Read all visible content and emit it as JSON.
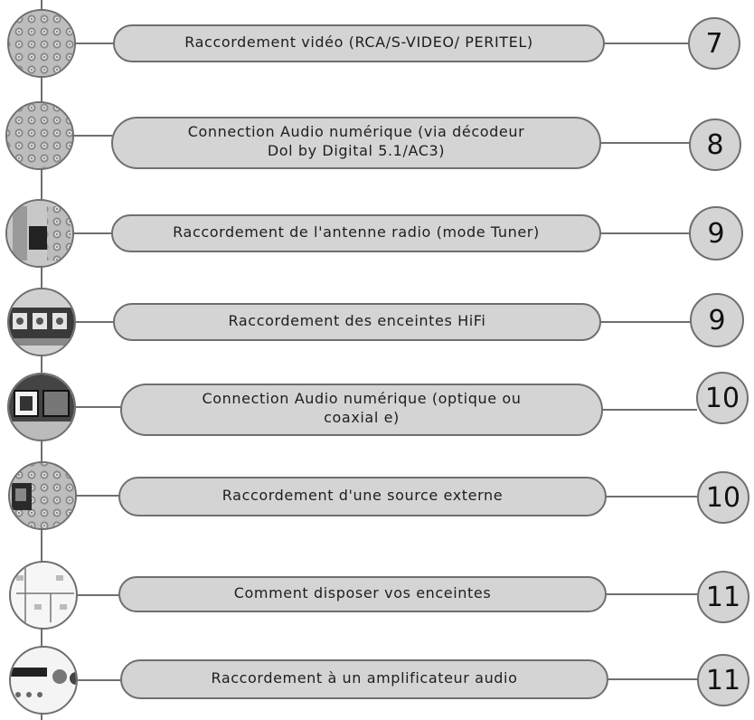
{
  "colors": {
    "pill_fill": "#d4d4d4",
    "stroke": "#6f6f6f",
    "text": "#1e1e1e"
  },
  "entries": [
    {
      "title": "Raccordement vidéo (RCA/S-VIDEO/ PERITEL)",
      "page": "7",
      "thumbnail": "connector-grid-icon"
    },
    {
      "title": "Connection Audio numérique (via décodeur\nDol by Digital 5.1/AC3)",
      "page": "8",
      "thumbnail": "connector-grid-icon"
    },
    {
      "title": "Raccordement de l'antenne radio (mode Tuner)",
      "page": "9",
      "thumbnail": "antenna-jack-icon"
    },
    {
      "title": "Raccordement des enceintes HiFi",
      "page": "9",
      "thumbnail": "speaker-terminals-icon"
    },
    {
      "title": "Connection Audio numérique (optique ou\ncoaxial e)",
      "page": "10",
      "thumbnail": "optical-coaxial-icon"
    },
    {
      "title": "Raccordement d'une source externe",
      "page": "10",
      "thumbnail": "external-source-icon"
    },
    {
      "title": "Comment disposer vos enceintes",
      "page": "11",
      "thumbnail": "speaker-layout-diagram-icon"
    },
    {
      "title": "Raccordement à un amplificateur audio",
      "page": "11",
      "thumbnail": "amplifier-panel-icon"
    }
  ]
}
